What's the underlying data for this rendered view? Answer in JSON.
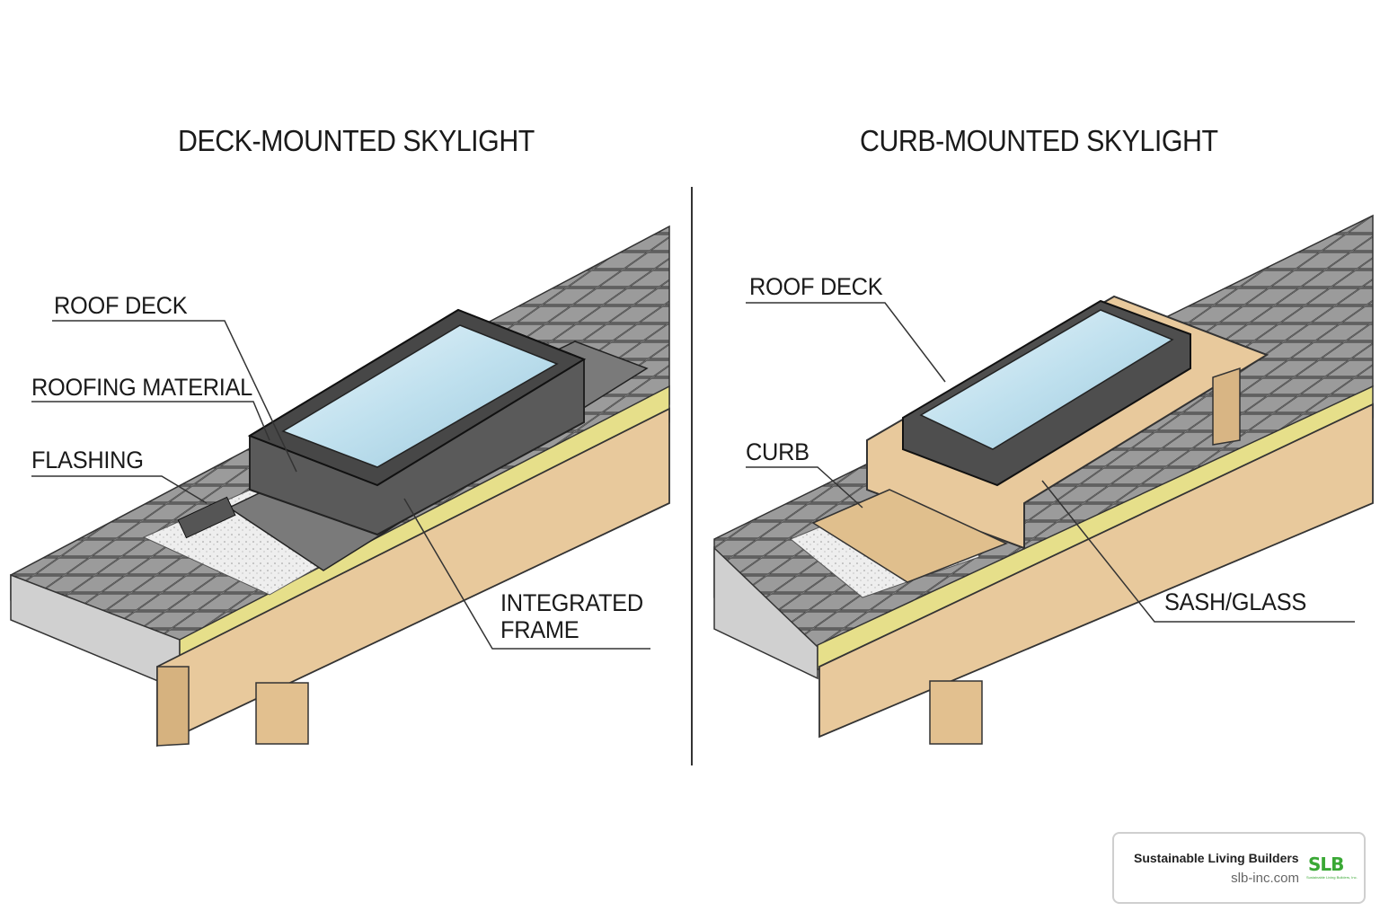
{
  "panels": {
    "left": {
      "title": "DECK-MOUNTED SKYLIGHT",
      "labels": {
        "roof_deck": "ROOF DECK",
        "roofing_material": "ROOFING MATERIAL",
        "flashing": "FLASHING",
        "integrated_frame_line1": "INTEGRATED",
        "integrated_frame_line2": "FRAME"
      }
    },
    "right": {
      "title": "CURB-MOUNTED SKYLIGHT",
      "labels": {
        "roof_deck": "ROOF DECK",
        "curb": "CURB",
        "sash_glass": "SASH/GLASS"
      }
    }
  },
  "brand": {
    "name": "Sustainable Living Builders",
    "url": "slb-inc.com",
    "logo_text": "SLB",
    "logo_tagline": "Sustainable Living Builders, Inc."
  },
  "colors": {
    "shingle": "#8e8e8e",
    "shingle_dark": "#5f5f5f",
    "wood": "#e6c79a",
    "insulation": "#e6df8a",
    "glass": "#cfe6f0",
    "frame": "#4a4a4a",
    "brand_green": "#3aa835"
  }
}
